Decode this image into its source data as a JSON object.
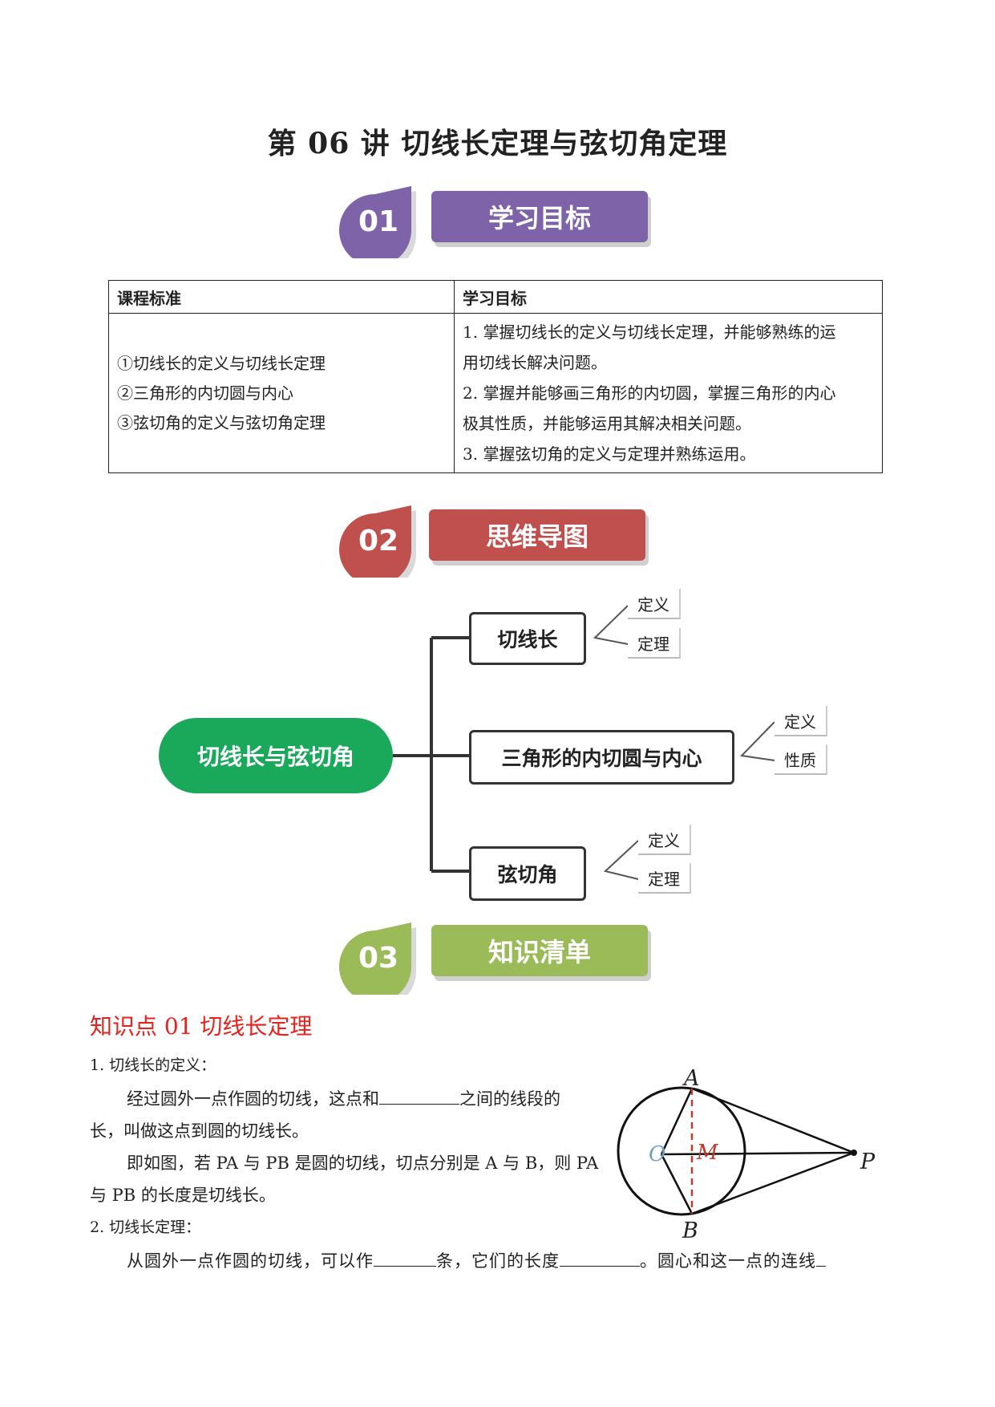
{
  "title": "第 06 讲  切线长定理与弦切角定理",
  "sections": [
    {
      "num": "01",
      "label": "学习目标",
      "color": "#7e63a8"
    },
    {
      "num": "02",
      "label": "思维导图",
      "color": "#c0504d"
    },
    {
      "num": "03",
      "label": "知识清单",
      "color": "#9bbb59"
    }
  ],
  "standards_table": {
    "headers": [
      "课程标准",
      "学习目标"
    ],
    "left_lines": [
      "①切线长的定义与切线长定理",
      "②三角形的内切圆与内心",
      "③弦切角的定义与弦切角定理"
    ],
    "right_lines": [
      "1. 掌握切线长的定义与切线长定理，并能够熟练的运",
      "用切线长解决问题。",
      "2. 掌握并能够画三角形的内切圆，掌握三角形的内心",
      "极其性质，并能够运用其解决相关问题。",
      "3. 掌握弦切角的定义与定理并熟练运用。"
    ]
  },
  "mindmap": {
    "root": "切线长与弦切角",
    "branches": [
      {
        "label": "切线长",
        "leaves": [
          "定义",
          "定理"
        ]
      },
      {
        "label": "三角形的内切圆与内心",
        "leaves": [
          "定义",
          "性质"
        ]
      },
      {
        "label": "弦切角",
        "leaves": [
          "定义",
          "定理"
        ]
      }
    ]
  },
  "knowledge": {
    "point_title": "知识点 01  切线长定理",
    "def_heading": "1. 切线长的定义：",
    "def_line1_a": "经过圆外一点作圆的切线，这点和",
    "def_line1_b": "之间的线段的",
    "def_line2": "长，叫做这点到圆的切线长。",
    "fig_line1": "即如图，若 PA 与 PB 是圆的切线，切点分别是 A 与 B，则 PA",
    "fig_line2": "与 PB 的长度是切线长。",
    "thm_heading": "2.  切线长定理：",
    "thm_a": "从圆外一点作圆的切线，可以作",
    "thm_b": "条，它们的长度",
    "thm_c": "。圆心和这一点的连线"
  },
  "figure": {
    "A": "A",
    "B": "B",
    "O": "O",
    "M": "M",
    "P": "P"
  }
}
